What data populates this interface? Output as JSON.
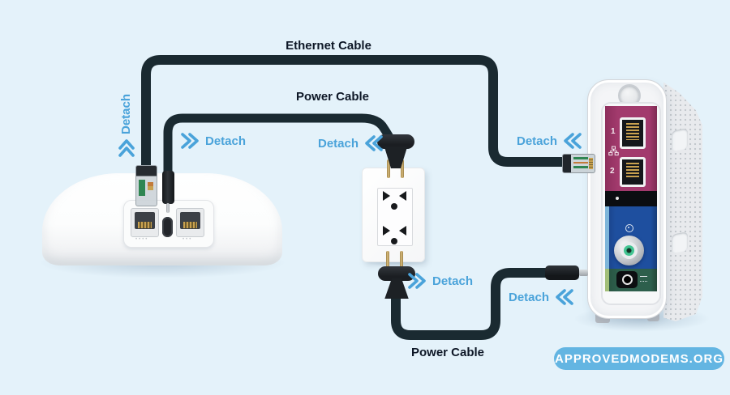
{
  "annotations": {
    "ethernet_cable_label": "Ethernet Cable",
    "power_cable_label_top": "Power Cable",
    "power_cable_label_bottom": "Power Cable",
    "detach_router_ethernet": "Detach",
    "detach_router_power": "Detach",
    "detach_outlet_top": "Detach",
    "detach_outlet_bottom": "Detach",
    "detach_modem_ethernet": "Detach",
    "detach_modem_power": "Detach"
  },
  "icons": {
    "detach_router_ethernet": "double-chevron-up",
    "detach_router_power": "double-chevron-right",
    "detach_outlet_top": "double-chevron-left",
    "detach_outlet_bottom": "double-chevron-right",
    "detach_modem_ethernet": "double-chevron-left",
    "detach_modem_power": "double-chevron-left"
  },
  "modem": {
    "port_labels": [
      "1",
      "2"
    ]
  },
  "badge": {
    "text": "APPROVEDMODEMS.ORG"
  },
  "colors": {
    "background": "#e4f2fa",
    "cable": "#1a2a31",
    "detach_label": "#4aa3da",
    "cable_label": "#0d1726",
    "badge_background": "#63b5e2",
    "badge_text": "#ffffff",
    "modem_panel_magenta": "#a23a6d",
    "modem_panel_blue": "#1e4f9f",
    "modem_panel_green": "#2d5f4c"
  }
}
